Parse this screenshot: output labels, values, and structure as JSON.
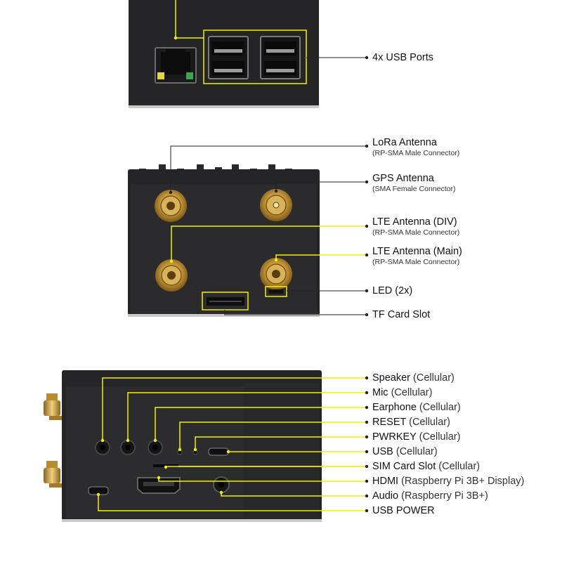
{
  "colors": {
    "accent": "#f2f200",
    "case": "#252527",
    "background": "#ffffff"
  },
  "section_top": {
    "labels": [
      {
        "main": "4x USB Ports"
      }
    ]
  },
  "section_middle": {
    "labels": [
      {
        "main": "LoRa Antenna",
        "sub": "(RP-SMA Male Connector)"
      },
      {
        "main": "GPS Antenna",
        "sub": "(SMA Female Connector)"
      },
      {
        "main": "LTE Antenna (DIV)",
        "sub": "(RP-SMA Male Connector)"
      },
      {
        "main": "LTE Antenna (Main)",
        "sub": "(RP-SMA Male Connector)"
      },
      {
        "main": "LED (2x)"
      },
      {
        "main": "TF Card Slot"
      }
    ]
  },
  "section_bottom": {
    "labels": [
      {
        "main": "Speaker",
        "note": "(Cellular)"
      },
      {
        "main": "Mic",
        "note": "(Cellular)"
      },
      {
        "main": "Earphone",
        "note": "(Cellular)"
      },
      {
        "main": "RESET",
        "note": "(Cellular)"
      },
      {
        "main": "PWRKEY",
        "note": "(Cellular)"
      },
      {
        "main": "USB",
        "note": "(Cellular)"
      },
      {
        "main": "SIM Card Slot",
        "note": "(Cellular)"
      },
      {
        "main": "HDMI",
        "note": "(Raspberry Pi 3B+ Display)"
      },
      {
        "main": "Audio",
        "note": "(Raspberry Pi 3B+)"
      },
      {
        "main": "USB POWER"
      }
    ]
  }
}
